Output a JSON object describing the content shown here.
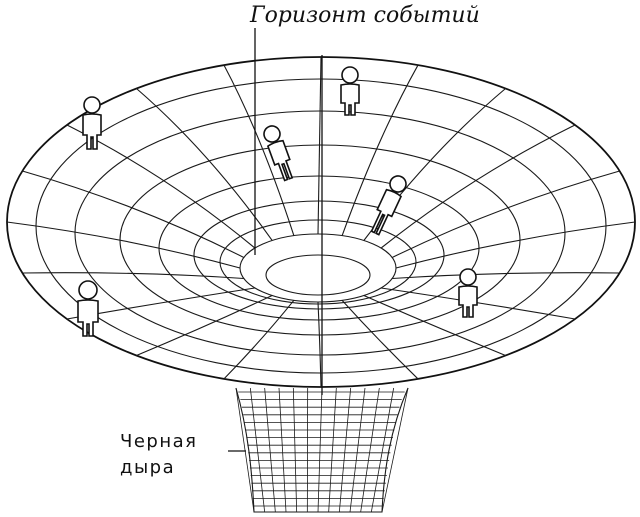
{
  "labels": {
    "event_horizon": "Горизонт событий",
    "black_hole_line1": "Черная",
    "black_hole_line2": "дыра"
  },
  "icons": {
    "figures": [
      "person-icon",
      "falling-person-icon"
    ]
  },
  "colors": {
    "ink": "#111111",
    "background": "#ffffff"
  }
}
